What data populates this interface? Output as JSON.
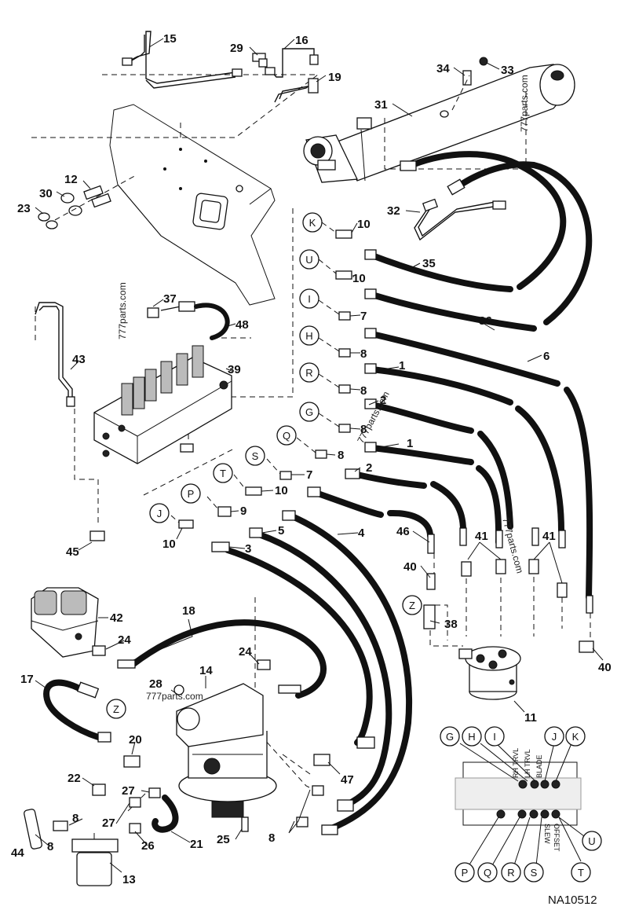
{
  "drawing_code": "NA10512",
  "watermarks": [
    "777parts.com",
    "777parts.com",
    "777parts.com",
    "777parts.com",
    "777parts.com"
  ],
  "valve_labels": {
    "rh_trvl": "RH TRVL",
    "lh_trvl": "LH TRVL",
    "blade": "BLADE",
    "slew": "SLEW",
    "offset": "OFFSET"
  },
  "callouts": {
    "p1a": "1",
    "p1b": "1",
    "p2a": "2",
    "p2b": "2",
    "p3": "3",
    "p4": "4",
    "p5": "5",
    "p6": "6",
    "p7a": "7",
    "p7b": "7",
    "p8a": "8",
    "p8b": "8",
    "p8c": "8",
    "p8d": "8",
    "p8e": "8",
    "p8f": "8",
    "p8g": "8",
    "p9": "9",
    "p10a": "10",
    "p10b": "10",
    "p10c": "10",
    "p10d": "10",
    "p11": "11",
    "p12": "12",
    "p13": "13",
    "p14": "14",
    "p15": "15",
    "p16": "16",
    "p17": "17",
    "p18": "18",
    "p19": "19",
    "p20": "20",
    "p21": "21",
    "p22": "22",
    "p23": "23",
    "p24a": "24",
    "p24b": "24",
    "p25": "25",
    "p26": "26",
    "p27a": "27",
    "p27b": "27",
    "p28": "28",
    "p29": "29",
    "p30": "30",
    "p31": "31",
    "p32": "32",
    "p33": "33",
    "p34": "34",
    "p35": "35",
    "p36": "36",
    "p37": "37",
    "p38": "38",
    "p39": "39",
    "p40a": "40",
    "p40b": "40",
    "p41a": "41",
    "p41b": "41",
    "p42": "42",
    "p43": "43",
    "p44": "44",
    "p45": "45",
    "p46": "46",
    "p47": "47",
    "p48": "48"
  },
  "port_letters": {
    "k": "K",
    "u": "U",
    "i": "I",
    "h": "H",
    "r": "R",
    "g": "G",
    "q": "Q",
    "s": "S",
    "t": "T",
    "p": "P",
    "j": "J",
    "z": "Z"
  },
  "valve_legend": {
    "g": "G",
    "h": "H",
    "i": "I",
    "j": "J",
    "k": "K",
    "p": "P",
    "q": "Q",
    "r": "R",
    "s": "S",
    "t": "T",
    "u": "U"
  },
  "z_marker": "Z"
}
